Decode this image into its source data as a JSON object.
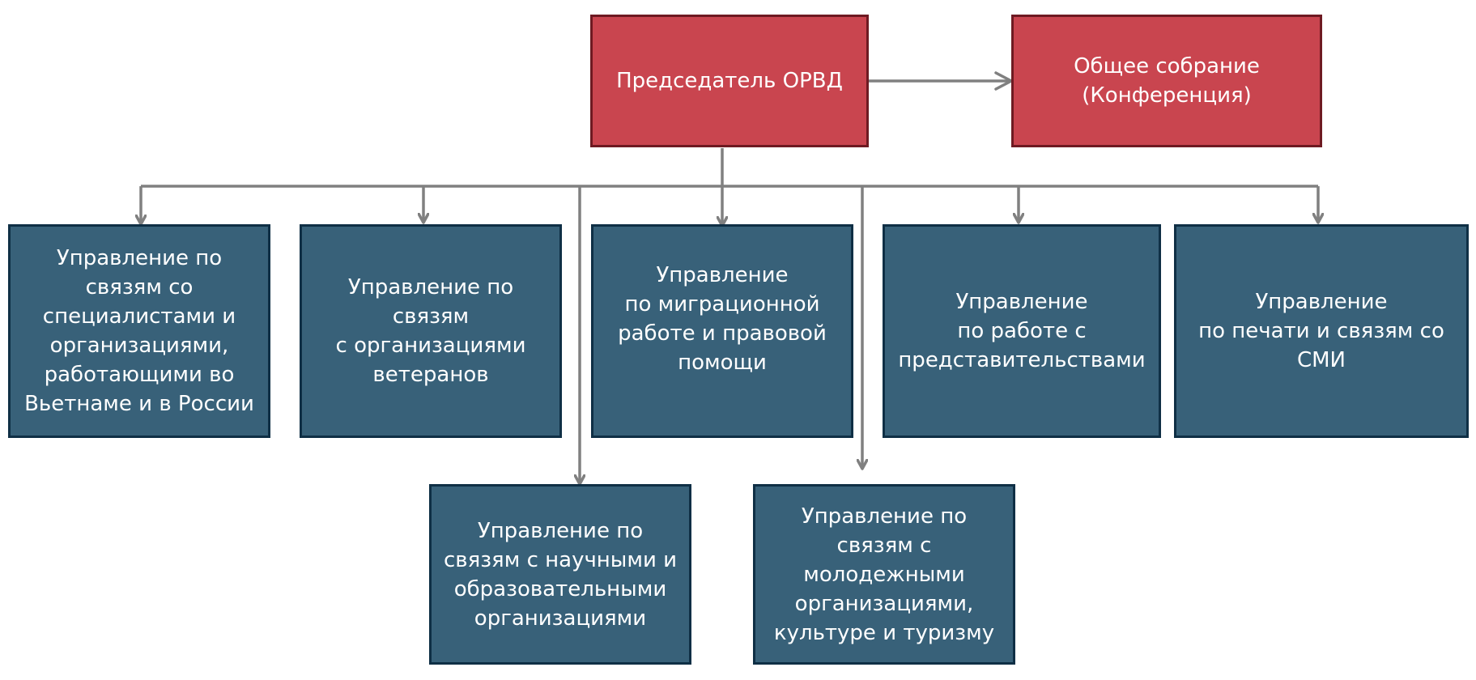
{
  "nodes": {
    "chair": "Председатель ОРВД",
    "assembly": "Общее собрание\n(Конференция)",
    "dept_vietnam": "Управление по\nсвязям со\nспециалистами и\nорганизациями,\nработающими во\nВьетнаме и в России",
    "dept_veterans": "Управление по\nсвязям\nс организациями\nветеранов",
    "dept_migration": "Управление\nпо миграционной\nработе и  правовой\nпомощи",
    "dept_representations": "Управление\nпо работе с\nпредставительствами",
    "dept_press": "Управление\nпо печати и связям со\nСМИ",
    "dept_science": "Управление по\nсвязям с научными и\nобразовательными\nорганизациями",
    "dept_youth": "Управление по\nсвязям с\nмолодежными\nорганизациями,\nкультуре и туризму"
  },
  "colors": {
    "top_fill": "#c9454f",
    "top_border": "#6e1a22",
    "dept_fill": "#386179",
    "dept_border": "#0f2f45",
    "connector": "#808080"
  }
}
